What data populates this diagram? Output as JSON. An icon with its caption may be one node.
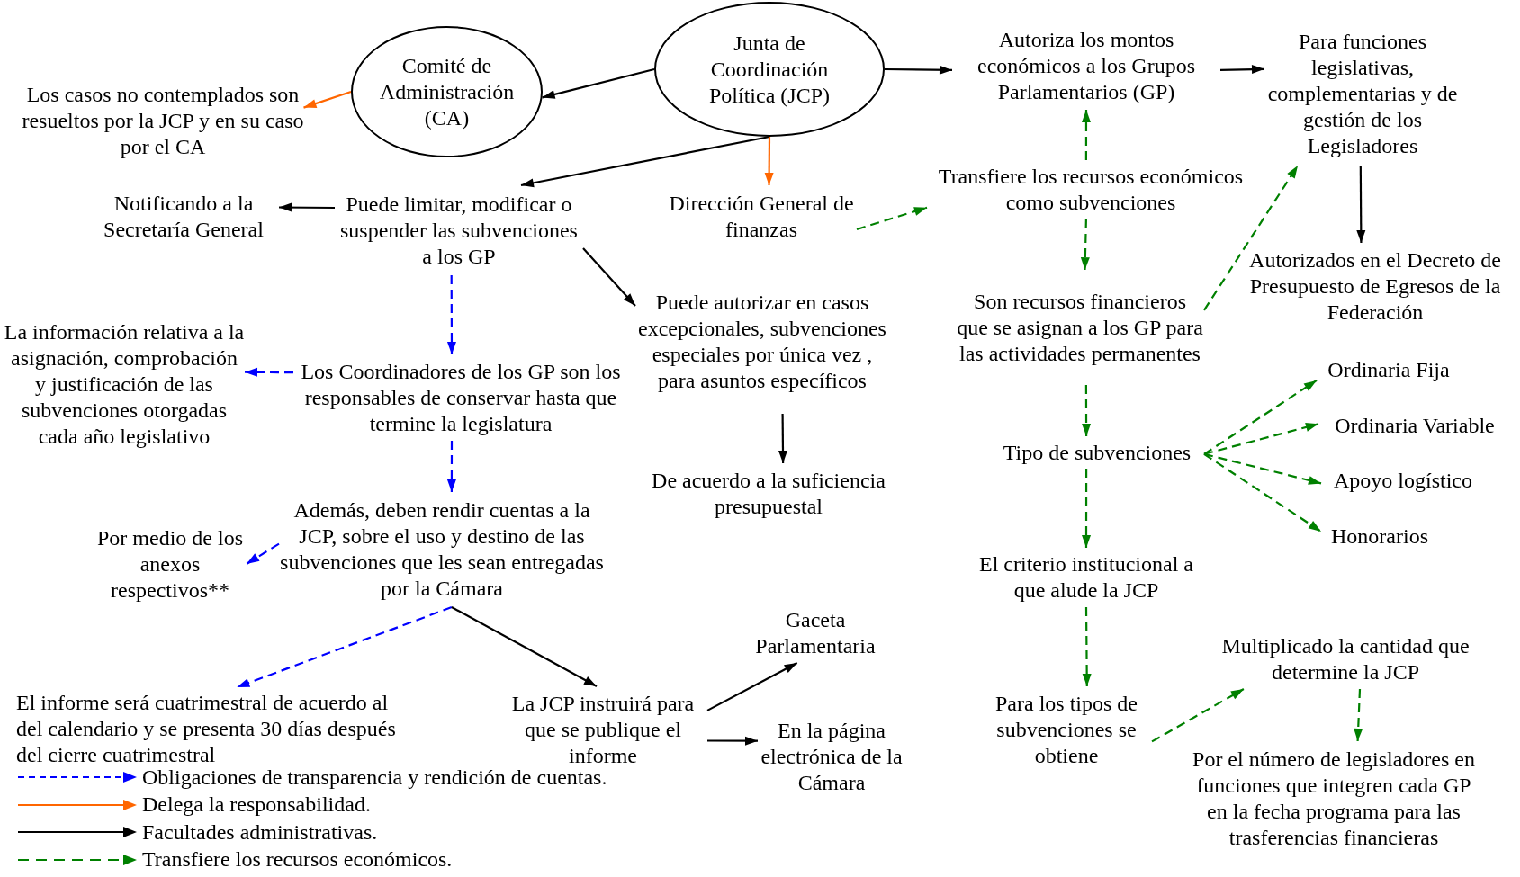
{
  "diagram": {
    "nodes": [
      {
        "text": [
          "Junta de Coordinación Política (JCP)"
        ]
      },
      {
        "text": [
          "Comité de Administración (CA)"
        ]
      },
      {
        "text": [
          "Los casos no contemplados son resueltos por la JCP y en su caso por el CA"
        ]
      },
      {
        "text": [
          "Puede limitar, modificar o suspender las subvenciones a los GP"
        ]
      },
      {
        "text": [
          "Notificando a la Secretaría General"
        ]
      },
      {
        "text": [
          "Dirección General de finanzas"
        ]
      },
      {
        "text": [
          "Autoriza los montos económicos a los Grupos Parlamentarios (GP)"
        ]
      },
      {
        "text": [
          "Para funciones legislativas, complementarias y de gestión de los Legisladores"
        ]
      },
      {
        "text": [
          "Transfiere los recursos económicos como subvenciones"
        ]
      },
      {
        "text": [
          "Autorizados en el Decreto de Presupuesto de Egresos de la Federación"
        ]
      },
      {
        "text": [
          "Son recursos financieros que se asignan a los GP para las actividades permanentes"
        ]
      },
      {
        "text": [
          "Puede autorizar en casos excepcionales, subvenciones especiales por única vez , para asuntos específicos"
        ]
      },
      {
        "text": [
          "La información relativa a la asignación, comprobación y justificación de las subvenciones otorgadas cada año legislativo"
        ]
      },
      {
        "text": [
          "Los Coordinadores de los GP son los responsables de conservar hasta que termine la legislatura"
        ]
      },
      {
        "text": [
          "De acuerdo a la suficiencia presupuestal"
        ]
      },
      {
        "text": [
          "Tipo de subvenciones"
        ]
      },
      {
        "text": [
          "Ordinaria Fija"
        ]
      },
      {
        "text": [
          "Ordinaria Variable"
        ]
      },
      {
        "text": [
          "Apoyo logístico"
        ]
      },
      {
        "text": [
          "Honorarios"
        ]
      },
      {
        "text": [
          "Además, deben rendir cuentas a la JCP, sobre el uso y destino de las subvenciones que les sean entregadas por la Cámara"
        ]
      },
      {
        "text": [
          "Por medio de los anexos respectivos**"
        ]
      },
      {
        "text": [
          "El criterio institucional a que alude la JCP"
        ]
      },
      {
        "text": [
          "Gaceta Parlamentaria"
        ]
      },
      {
        "text": [
          "Multiplicado la cantidad que determine la JCP"
        ]
      },
      {
        "text": [
          "El informe será cuatrimestral de acuerdo al del calendario y se presenta 30 días después del cierre cuatrimestral"
        ]
      },
      {
        "text": [
          "La JCP instruirá para que se publique el informe"
        ]
      },
      {
        "text": [
          "Para los tipos de subvenciones se obtiene"
        ]
      },
      {
        "text": [
          "En la página electrónica de la Cámara"
        ]
      },
      {
        "text": [
          "Por el número de legisladores en funciones que integren cada GP en la fecha programa para las trasferencias financieras"
        ]
      }
    ],
    "edges": [
      {
        "from": 0,
        "to": 1,
        "arrow": "to",
        "color": "#000000"
      },
      {
        "from": 1,
        "to": 2,
        "arrow": "to",
        "color": "#ff6600"
      },
      {
        "from": 0,
        "to": 3,
        "arrow": "to",
        "color": "#000000"
      },
      {
        "from": 0,
        "to": 5,
        "arrow": "to",
        "color": "#ff6600"
      },
      {
        "from": 0,
        "to": 6,
        "arrow": "to",
        "color": "#000000"
      },
      {
        "from": 6,
        "to": 7,
        "arrow": "to",
        "color": "#000000"
      },
      {
        "from": 3,
        "to": 4,
        "arrow": "to",
        "color": "#000000"
      },
      {
        "from": 3,
        "to": 11,
        "arrow": "to",
        "color": "#000000"
      },
      {
        "from": 5,
        "to": 8,
        "arrow": "to",
        "style": "dashed"
      },
      {
        "from": 8,
        "to": 6,
        "arrow": "to",
        "style": "dashed"
      },
      {
        "from": 8,
        "to": 10,
        "arrow": "to",
        "style": "dashed"
      },
      {
        "from": 10,
        "to": 7,
        "arrow": "to",
        "style": "dashed"
      },
      {
        "from": 7,
        "to": 9,
        "arrow": "to",
        "color": "#000000"
      },
      {
        "from": 3,
        "to": 13,
        "arrow": "to",
        "style": "dashed",
        "color": "#0000ff"
      },
      {
        "from": 13,
        "to": 12,
        "arrow": "to",
        "style": "dashed",
        "color": "#0000ff"
      },
      {
        "from": 13,
        "to": 20,
        "arrow": "to",
        "style": "dashed",
        "color": "#0000ff"
      },
      {
        "from": 11,
        "to": 14,
        "arrow": "to",
        "color": "#000000"
      },
      {
        "from": 10,
        "to": 15,
        "arrow": "to",
        "style": "dashed"
      },
      {
        "from": 15,
        "to": 16,
        "arrow": "to",
        "style": "dashed"
      },
      {
        "from": 15,
        "to": 17,
        "arrow": "to",
        "style": "dashed"
      },
      {
        "from": 15,
        "to": 18,
        "arrow": "to",
        "style": "dashed"
      },
      {
        "from": 15,
        "to": 19,
        "arrow": "to",
        "style": "dashed"
      },
      {
        "from": 15,
        "to": 22,
        "arrow": "to",
        "style": "dashed"
      },
      {
        "from": 22,
        "to": 27,
        "arrow": "to",
        "style": "dashed"
      },
      {
        "from": 27,
        "to": 24,
        "arrow": "to",
        "style": "dashed"
      },
      {
        "from": 24,
        "to": 29,
        "arrow": "to",
        "style": "dashed"
      },
      {
        "from": 20,
        "to": 21,
        "arrow": "to",
        "style": "dashed",
        "color": "#0000ff"
      },
      {
        "from": 20,
        "to": 25,
        "arrow": "to",
        "style": "dashed",
        "color": "#0000ff"
      },
      {
        "from": 20,
        "to": 26,
        "arrow": "to",
        "color": "#000000"
      },
      {
        "from": 26,
        "to": 23,
        "arrow": "to",
        "color": "#000000"
      },
      {
        "from": 26,
        "to": 28,
        "arrow": "to",
        "color": "#000000"
      }
    ],
    "legend": [
      {
        "text": "Obligaciones de transparencia y rendición de cuentas."
      },
      {
        "text": "Delega la responsabilidad."
      },
      {
        "text": "Facultades administrativas."
      },
      {
        "text": "Transfiere los recursos económicos."
      }
    ]
  }
}
